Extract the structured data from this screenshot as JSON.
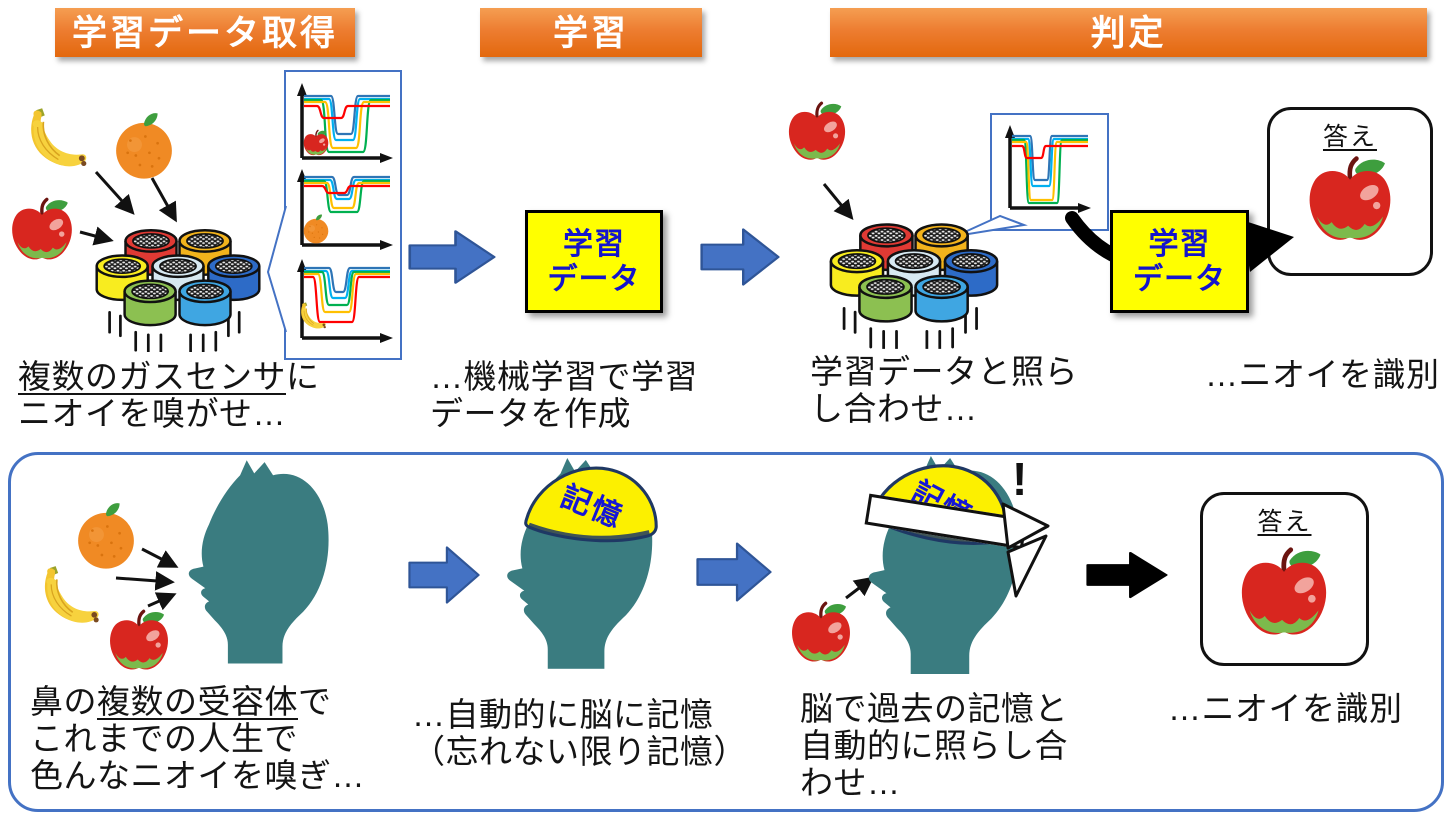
{
  "headers": {
    "h1": "学習データ取得",
    "h2": "学習",
    "h3": "判定"
  },
  "boxes": {
    "learning_data_line1": "学習",
    "learning_data_line2": "データ",
    "answer_label": "答え",
    "memory_label": "記憶",
    "exclamation": "!"
  },
  "captions": {
    "sensor_sniff": {
      "u": "複数のガスセンサ",
      "tail": "に",
      "line2": "ニオイを嗅がせ…"
    },
    "ml_create": {
      "line1": "…機械学習で学習",
      "line2": "データを作成"
    },
    "compare": {
      "line1": "学習データと照ら",
      "line2": "し合わせ…"
    },
    "identify_top": "…ニオイを識別",
    "nose": {
      "pre": "鼻の",
      "u": "複数の受容体",
      "tail": "で",
      "line2": "これまでの人生で",
      "line3": "色んなニオイを嗅ぎ…"
    },
    "auto_memory": {
      "line1": "…自動的に脳に記憶",
      "line2": "（忘れない限り記憶）"
    },
    "brain_compare": {
      "line1": "脳で過去の記憶と",
      "line2": "自動的に照らし合",
      "line3": "わせ…"
    },
    "identify_bottom": "…ニオイを識別"
  },
  "icons": {
    "banana": "banana-icon",
    "orange": "orange-icon",
    "apple": "apple-icon",
    "sensor_array": "gas-sensor-array-icon",
    "head": "human-head-silhouette-icon",
    "response_chart": "sensor-response-chart-icon"
  },
  "colors": {
    "header_orange": "#ED7D31",
    "arrow_blue": "#4472C4",
    "arrow_blue_outline": "#2F5597",
    "highlight_yellow": "#FFFF00",
    "label_blue": "#1414CC",
    "head_teal": "#3A7C80",
    "panel_border_blue": "#4472C4",
    "black": "#000000"
  },
  "sensor_charts": {
    "type": "line",
    "panels": [
      {
        "fruit": "apple"
      },
      {
        "fruit": "orange"
      },
      {
        "fruit": "banana"
      },
      {
        "fruit": "apple-judgment"
      }
    ],
    "series_colors": [
      "#FF0000",
      "#FFC000",
      "#00B050",
      "#00B0F0",
      "#2E75B6"
    ]
  }
}
